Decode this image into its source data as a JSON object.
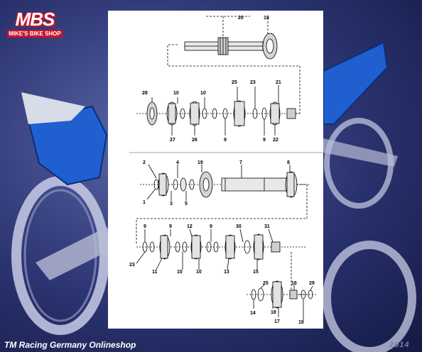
{
  "logo": {
    "main": "MBS",
    "sub": "MIKE'S BIKE SHOP"
  },
  "footer": {
    "shop": "TM Racing Germany  Onlineshop",
    "year": "2014"
  },
  "diagram": {
    "labels": {
      "n1": "1",
      "n2": "2",
      "n3": "3",
      "n4": "4",
      "n5": "5",
      "n7": "7",
      "n8": "8",
      "n9a": "9",
      "n9b": "9",
      "n9c": "9",
      "n9d": "9",
      "n9e": "9",
      "n10a": "10",
      "n10b": "10",
      "n10c": "10",
      "n10d": "10",
      "n11": "11",
      "n12": "12",
      "n13": "13",
      "n14": "14",
      "n15": "15",
      "n16": "16",
      "n17": "17",
      "n18a": "18",
      "n18b": "18",
      "n19a": "19",
      "n19b": "19",
      "n20": "20",
      "n21": "21",
      "n22": "22",
      "n23a": "23",
      "n23b": "23",
      "n25a": "25",
      "n25b": "25",
      "n26": "26",
      "n27": "27",
      "n28": "28",
      "n29": "29",
      "n30": "30",
      "n31": "31"
    }
  }
}
